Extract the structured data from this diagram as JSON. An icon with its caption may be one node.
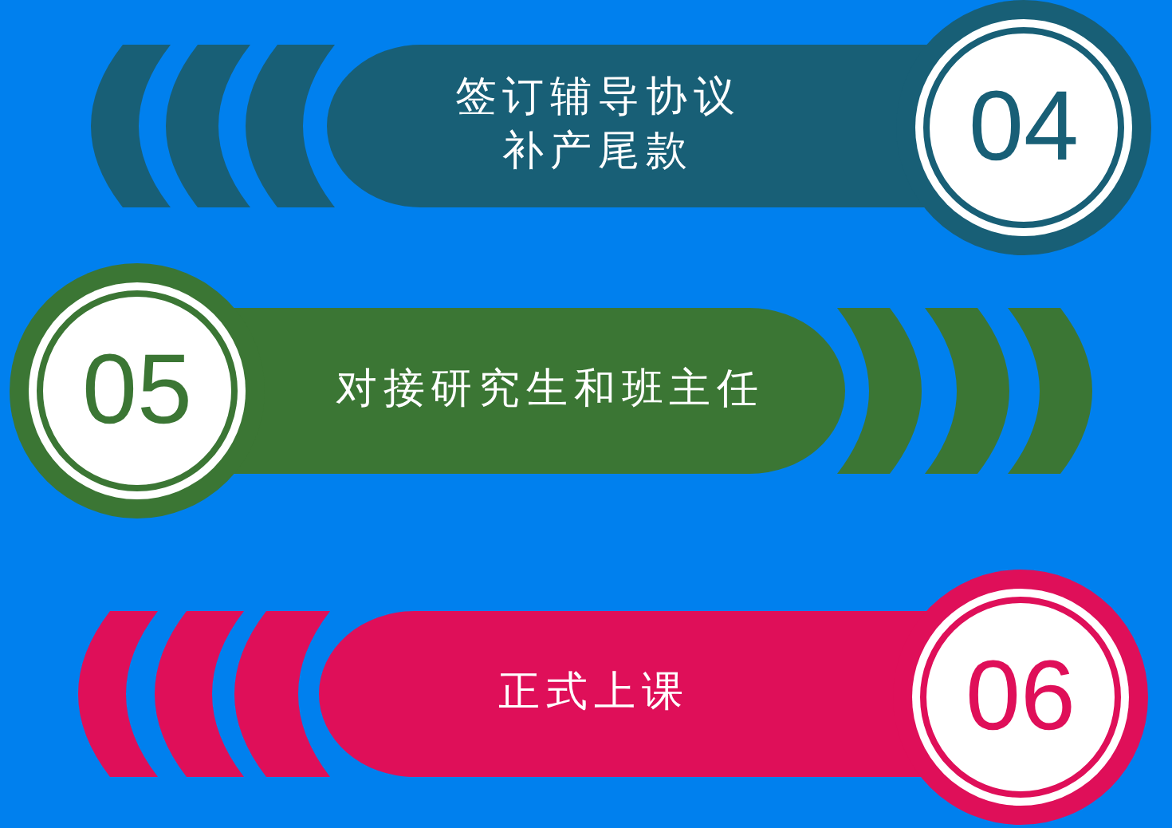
{
  "diagram": {
    "nodes": [
      {
        "text": [
          "签订辅导协议补产尾款"
        ]
      },
      {
        "text": [
          "04"
        ]
      },
      {
        "text": [
          "05"
        ]
      },
      {
        "text": [
          "对接研究生和班主任"
        ]
      },
      {
        "text": [
          "正式上课"
        ]
      },
      {
        "text": [
          "06"
        ]
      }
    ]
  }
}
